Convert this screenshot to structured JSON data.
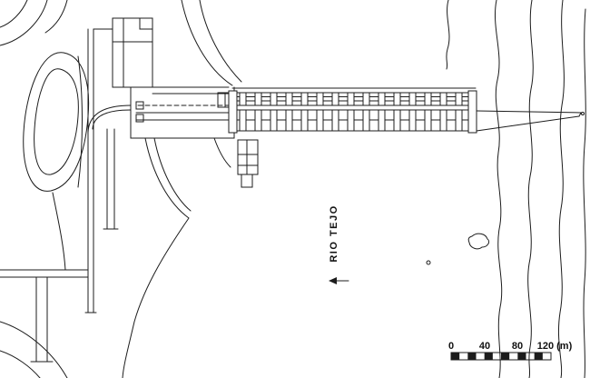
{
  "labels": {
    "river": "RIO TEJO"
  },
  "scale_bar": {
    "ticks": [
      "0",
      "40",
      "80",
      "120 (m)"
    ]
  },
  "colors": {
    "ink": "#1c1c1c",
    "paper": "#ffffff"
  }
}
